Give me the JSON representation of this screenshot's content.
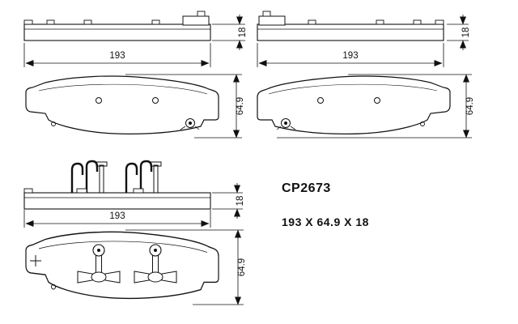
{
  "part": {
    "code": "CP2673",
    "size_label": "193 X 64.9 X 18"
  },
  "dims": {
    "length": "193",
    "height": "64.9",
    "thickness": "18"
  }
}
